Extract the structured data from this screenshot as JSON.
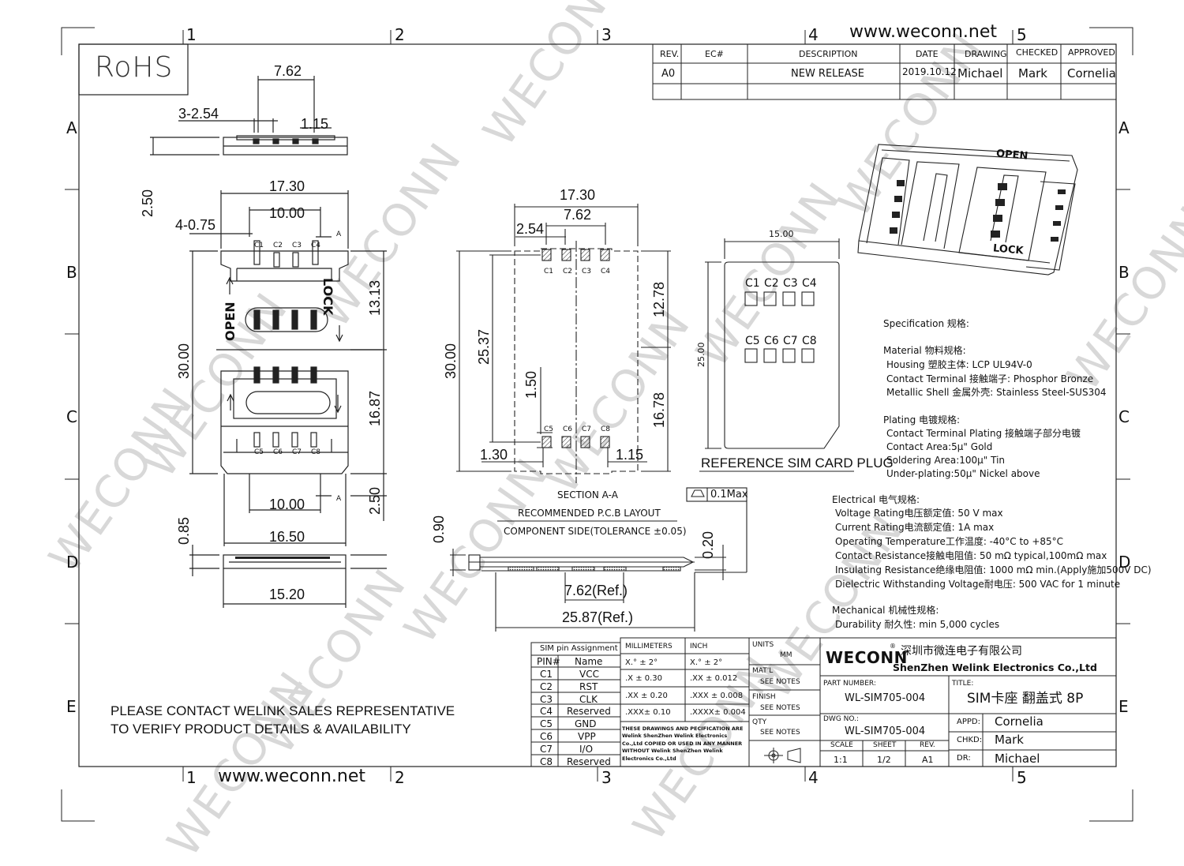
{
  "header": {
    "website": "www.weconn.net",
    "col_markers": [
      "1",
      "2",
      "3",
      "4",
      "5"
    ],
    "row_markers": [
      "A",
      "B",
      "C",
      "D",
      "E"
    ],
    "rohs": "RoHS"
  },
  "revision_table": {
    "headers": [
      "REV.",
      "EC#",
      "DESCRIPTION",
      "DATE",
      "DRAWING",
      "CHECKED",
      "APPROVED"
    ],
    "row": [
      "A0",
      "",
      "NEW RELEASE",
      "2019.10.12",
      "Michael",
      "Mark",
      "Cornelia"
    ]
  },
  "watermark": "WECONN",
  "top_view": {
    "dims": {
      "pitch_762": "7.62",
      "pitch_254": "3-2.54",
      "w115": "1.15",
      "h250": "2.50",
      "w1730": "17.30",
      "w1000_top": "10.00",
      "w4_075": "4-0.75",
      "h1313": "13.13",
      "h3000": "30.00",
      "h1687": "16.87",
      "w1000_bot": "10.00",
      "h250b": "2.50",
      "w1650": "16.50",
      "h085": "0.85",
      "w1520": "15.20"
    },
    "pins_top": [
      "C1",
      "C2",
      "C3",
      "C4"
    ],
    "pins_bot": [
      "C5",
      "C6",
      "C7",
      "C8"
    ],
    "open_label": "OPEN",
    "lock_label": "LOCK",
    "section_mark": "A"
  },
  "pcb_layout": {
    "dims": {
      "w1730": "17.30",
      "w762": "7.62",
      "w254": "2.54",
      "h1278": "12.78",
      "h3000": "30.00",
      "h2537": "25.37",
      "h150": "1.50",
      "h1678": "16.78",
      "w130": "1.30",
      "w115": "1.15"
    },
    "pads_top": [
      "C1",
      "C2",
      "C3",
      "C4"
    ],
    "pads_bot": [
      "C5",
      "C6",
      "C7",
      "C8"
    ],
    "caption_1": "SECTION A-A",
    "caption_2": "RECOMMENDED P.C.B LAYOUT",
    "caption_3": "COMPONENT SIDE(TOLERANCE ±0.05)"
  },
  "side_view": {
    "dims": {
      "h090": "0.90",
      "h020": "0.20",
      "w762ref": "7.62(Ref.)",
      "w2587ref": "25.87(Ref.)",
      "flatness": "0.1Max"
    }
  },
  "sim_card": {
    "width": "15.00",
    "height": "25.00",
    "pins_top": [
      "C1",
      "C2",
      "C3",
      "C4"
    ],
    "pins_bot": [
      "C5",
      "C6",
      "C7",
      "C8"
    ],
    "caption": "REFERENCE SIM CARD PLUG"
  },
  "iso_view": {
    "open": "OPEN",
    "lock": "LOCK"
  },
  "spec": {
    "title": "Specification 规格:",
    "material_title": "Material  物料规格:",
    "housing": "Housing  塑胶主体:  LCP UL94V-0",
    "contact": "Contact Terminal 接触端子:  Phosphor Bronze",
    "shell": "Metallic Shell 金属外壳:  Stainless Steel-SUS304",
    "plating_title": "Plating 电镀规格:",
    "plating_1": "Contact Terminal Plating       接触端子部分电镀",
    "plating_2": "Contact Area:5μ\" Gold",
    "plating_3": "Soldering Area:100μ\" Tin",
    "plating_4": "Under-plating:50μ\" Nickel above",
    "electrical_title": "Electrical 电气规格:",
    "e1": "Voltage Rating电压额定值:  50 V max",
    "e2": "Current Rating电流额定值:  1A max",
    "e3": "Operating Temperature工作温度:  -40°C to +85°C",
    "e4": "Contact Resistance接触电阻值:  50 mΩ typical,100mΩ max",
    "e5": "Insulating Resistance绝缘电阻值:  1000 mΩ min.(Apply施加500V DC)",
    "e6": "Dielectric Withstanding Voltage耐电压:  500 VAC for 1 minute",
    "mech_title": "Mechanical 机械性规格:",
    "m1": "Durability 耐久性:  min 5,000 cycles"
  },
  "notice": {
    "line1": "PLEASE CONTACT WELINK SALES REPRESENTATIVE",
    "line2": "TO VERIFY PRODUCT DETAILS & AVAILABILITY"
  },
  "pin_table": {
    "title": "SIM pin Assignment",
    "headers": [
      "PIN#",
      "Name"
    ],
    "rows": [
      [
        "C1",
        "VCC"
      ],
      [
        "C2",
        "RST"
      ],
      [
        "C3",
        "CLK"
      ],
      [
        "C4",
        "Reserved"
      ],
      [
        "C5",
        "GND"
      ],
      [
        "C6",
        "VPP"
      ],
      [
        "C7",
        "I/O"
      ],
      [
        "C8",
        "Reserved"
      ]
    ]
  },
  "tolerance": {
    "mm_title": "MILLIMETERS",
    "inch_title": "INCH",
    "rows": [
      [
        "X.°  ±  2°",
        "X.°  ±  2°"
      ],
      [
        ".X     ± 0.30",
        ".XX   ± 0.012"
      ],
      [
        ".XX ± 0.20",
        ".XXX  ± 0.008"
      ],
      [
        ".XXX± 0.10",
        ".XXXX± 0.004"
      ]
    ],
    "note": "THESE DRAWINGS AND PECIFICATION  ARE Welink ShenZhen Welink Electronics Co.,Ltd COPIED OR USED IN ANY MANNER WITHOUT Welink ShenZhen Welink Electronics Co.,Ltd"
  },
  "title_block": {
    "units_label": "UNITS",
    "units": "MM",
    "matl_label": "MAT'L",
    "matl": "SEE NOTES",
    "finish_label": "FINISH",
    "finish": "SEE NOTES",
    "qty_label": "QTY",
    "qty": "SEE NOTES",
    "brand": "WECONN",
    "company_cn": "深圳市微连电子有限公司",
    "company_en": "ShenZhen Welink Electronics Co.,Ltd",
    "part_label": "PART NUMBER:",
    "part": "WL-SIM705-004",
    "title_label": "TITLE:",
    "title": "SIM卡座 翻盖式  8P",
    "dwg_label": "DWG NO.:",
    "dwg": "WL-SIM705-004",
    "scale_label": "SCALE",
    "scale": "1:1",
    "sheet_label": "SHEET",
    "sheet": "1/2",
    "rev_label": "REV.",
    "rev": "A1",
    "appd_label": "APPD:",
    "appd": "Cornelia",
    "chkd_label": "CHKD:",
    "chkd": "Mark",
    "dr_label": "DR:",
    "dr": "Michael"
  }
}
